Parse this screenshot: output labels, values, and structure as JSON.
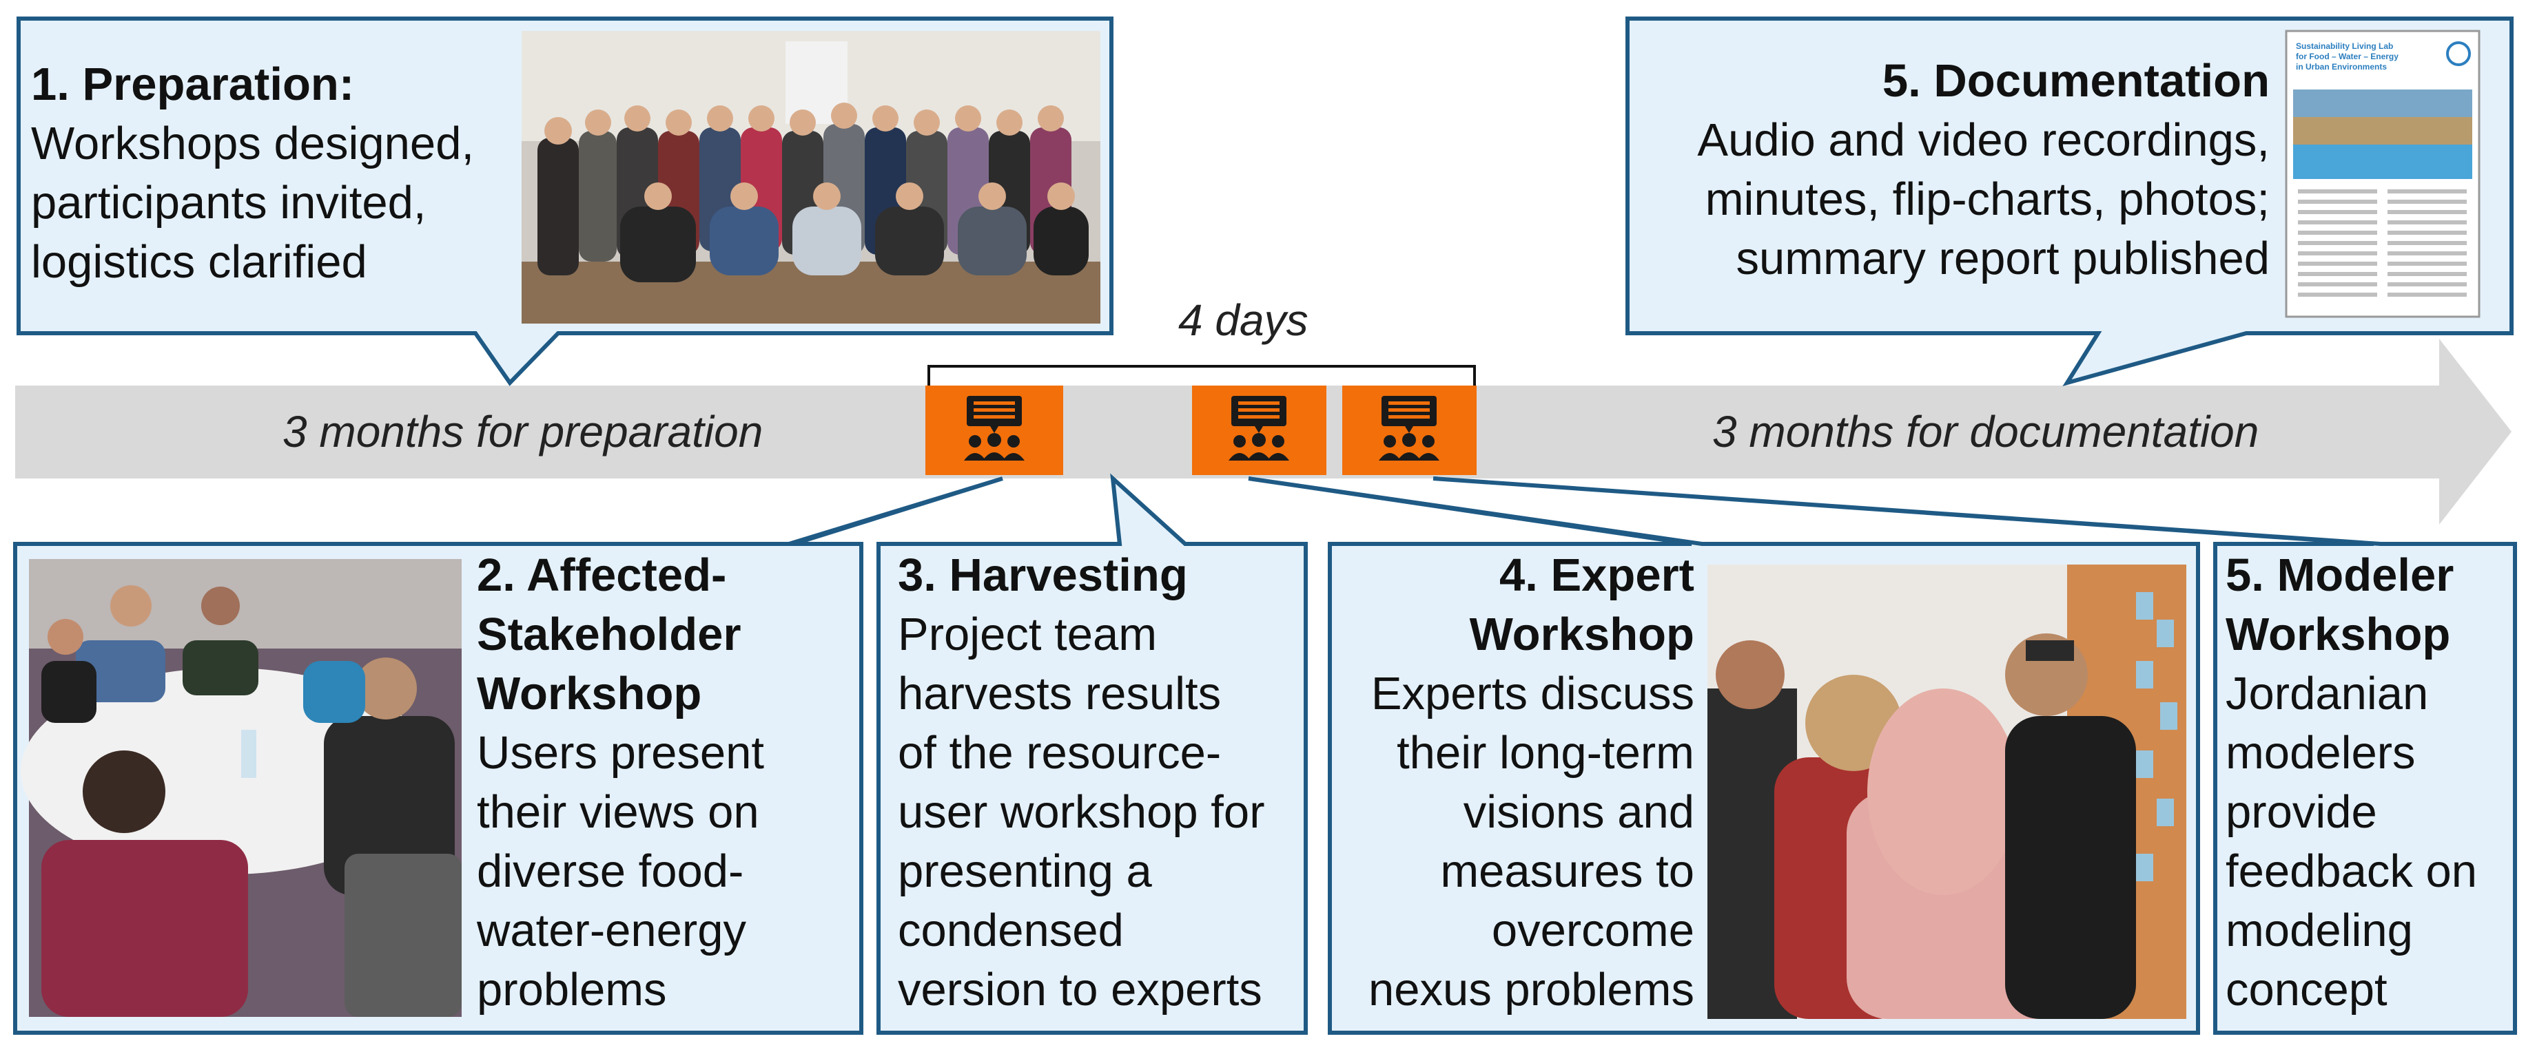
{
  "colors": {
    "box_fill": "#e4f1fa",
    "box_border": "#1f5a85",
    "timeline_arrow": "#d9d9d9",
    "workshop_marker": "#f26f0a",
    "marker_icon": "#1a1a1a"
  },
  "timeline": {
    "preparation_label": "3 months for preparation",
    "workshops_label": "4 days",
    "documentation_label": "3 months for documentation",
    "marker_icon": "presentation-audience-icon"
  },
  "preparation": {
    "heading": "1. Preparation:",
    "lines": [
      "Workshops designed,",
      "participants invited,",
      "logistics clarified"
    ]
  },
  "documentation": {
    "heading": "5. Documentation",
    "lines": [
      "Audio and video recordings,",
      "minutes, flip-charts, photos;",
      "summary report published"
    ],
    "report_title_lines": [
      "Sustainability Living Lab",
      "for Food – Water – Energy",
      "in Urban Environments"
    ]
  },
  "stakeholder_workshop": {
    "heading_lines": [
      "2. Affected-",
      "Stakeholder",
      "Workshop"
    ],
    "lines": [
      "Users present",
      "their views on",
      "diverse food-",
      "water-energy",
      "problems"
    ]
  },
  "harvesting": {
    "heading": "3. Harvesting",
    "lines": [
      "Project team",
      "harvests results",
      "of the resource-",
      "user workshop for",
      "presenting a",
      "condensed",
      "version to experts"
    ]
  },
  "expert_workshop": {
    "heading_lines": [
      "4. Expert",
      "Workshop"
    ],
    "lines": [
      "Experts discuss",
      "their long-term",
      "visions and",
      "measures to",
      "overcome",
      "nexus problems"
    ]
  },
  "modeler_workshop": {
    "heading_lines": [
      "5. Modeler",
      "Workshop"
    ],
    "lines": [
      "Jordanian",
      "modelers",
      "provide",
      "feedback on",
      "modeling",
      "concept"
    ]
  }
}
